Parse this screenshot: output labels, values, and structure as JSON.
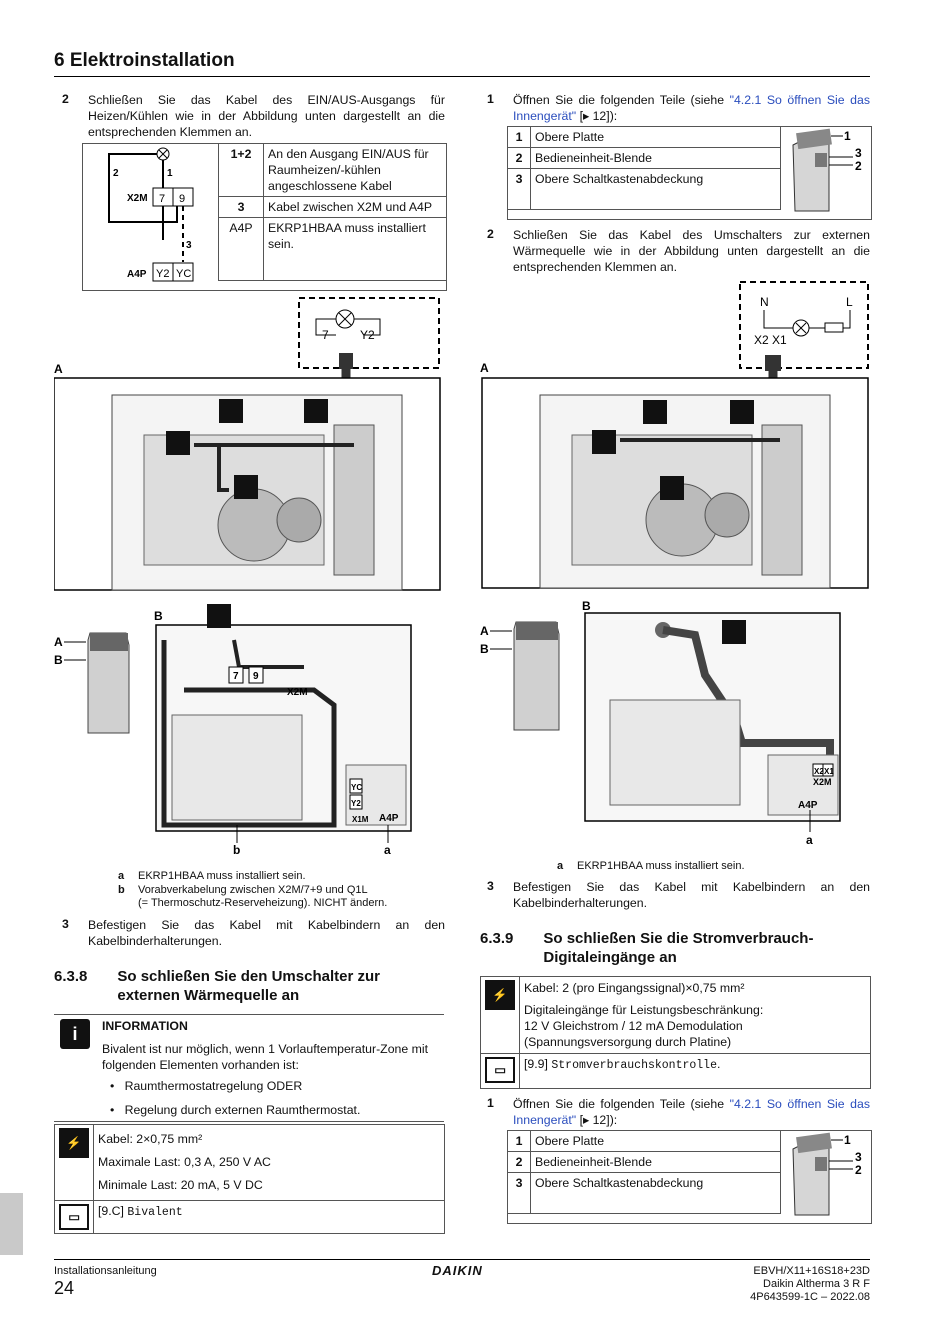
{
  "header": {
    "title": "6 Elektroinstallation"
  },
  "left": {
    "step2": {
      "num": "2",
      "text": "Schließen Sie das Kabel des EIN/AUS-Ausgangs für Heizen/Kühlen wie in der Abbildung unten dargestellt an die entsprechenden Klemmen an."
    },
    "wiring_table": {
      "rows": [
        {
          "key": "1+2",
          "val": "An den Ausgang EIN/AUS für Raumheizen/-kühlen angeschlossene Kabel"
        },
        {
          "key": "3",
          "val": "Kabel zwischen X2M und A4P"
        },
        {
          "key": "A4P",
          "val": "EKRP1HBAA muss installiert sein."
        }
      ],
      "diagram": {
        "n2": "2",
        "n1": "1",
        "x2m": "X2M",
        "t7": "7",
        "t9": "9",
        "n3": "3",
        "a4p": "A4P",
        "y2": "Y2",
        "yc": "YC"
      }
    },
    "fig_labels": {
      "A": "A",
      "B": "B",
      "A2": "A",
      "B2": "B",
      "b": "b",
      "a": "a",
      "x2m": "X2M",
      "a4p": "A4P",
      "t7": "7",
      "t9": "9",
      "y2": "Y2",
      "yc": "YC",
      "x1m": "X1M",
      "ext7": "7",
      "exty2": "Y2"
    },
    "footnotes": [
      {
        "k": "a",
        "v": "EKRP1HBAA muss installiert sein."
      },
      {
        "k": "b",
        "v": "Vorabverkabelung zwischen X2M/7+9 und Q1L"
      },
      {
        "k": "",
        "v": "(= Thermoschutz-Reserveheizung). NICHT ändern."
      }
    ],
    "step3": {
      "num": "3",
      "text": "Befestigen Sie das Kabel mit Kabelbindern an den Kabelbinderhalterungen."
    },
    "sec638": {
      "num": "6.3.8",
      "title": "So schließen Sie den Umschalter zur externen Wärmequelle an"
    },
    "info": {
      "title": "INFORMATION",
      "text": "Bivalent ist nur möglich, wenn 1 Vorlauftemperatur-Zone mit folgenden Elementen vorhanden ist:",
      "bullets": [
        "Raumthermostatregelung ODER",
        "Regelung durch externen Raumthermostat."
      ]
    },
    "spec": {
      "lines": [
        "Kabel: 2×0,75 mm²",
        "Maximale Last: 0,3 A, 250 V AC",
        "Minimale Last: 20 mA, 5 V DC"
      ],
      "ui_ref": "[9.C]",
      "ui_code": "Bivalent"
    }
  },
  "right": {
    "step1": {
      "num": "1",
      "pre": "Öffnen Sie die folgenden Teile (siehe ",
      "link": "\"4.2.1 So öffnen Sie das Innengerät\"",
      "post": " [▸ 12]):"
    },
    "parts": [
      {
        "k": "1",
        "v": "Obere Platte"
      },
      {
        "k": "2",
        "v": "Bedieneinheit-Blende"
      },
      {
        "k": "3",
        "v": "Obere Schaltkastenabdeckung"
      }
    ],
    "parts_fig": {
      "n1": "1",
      "n3": "3",
      "n2": "2"
    },
    "step2": {
      "num": "2",
      "text": "Schließen Sie das Kabel des Umschalters zur externen Wärmequelle wie in der Abbildung unten dargestellt an die entsprechenden Klemmen an."
    },
    "fig_labels": {
      "N": "N",
      "L": "L",
      "x2x1": "X2 X1",
      "A": "A",
      "B": "B",
      "A2": "A",
      "B2": "B",
      "a": "a",
      "x2m": "X2M",
      "a4p": "A4P",
      "x2": "X2",
      "x1": "X1"
    },
    "footnote": {
      "k": "a",
      "v": "EKRP1HBAA muss installiert sein."
    },
    "step3": {
      "num": "3",
      "text": "Befestigen Sie das Kabel mit Kabelbindern an den Kabelbinderhalterungen."
    },
    "sec639": {
      "num": "6.3.9",
      "title": "So schließen Sie die Stromverbrauch-Digitaleingänge an"
    },
    "spec": {
      "l1": "Kabel: 2 (pro Eingangssignal)×0,75 mm²",
      "l2": "Digitaleingänge für Leistungsbeschränkung:",
      "l3": "12 V Gleichstrom / 12 mA Demodulation",
      "l4": "(Spannungsversorgung durch Platine)",
      "ui_ref": "[9.9]",
      "ui_code": "Stromverbrauchskontrolle",
      "ui_end": "."
    },
    "step1b": {
      "num": "1",
      "pre": "Öffnen Sie die folgenden Teile (siehe ",
      "link": "\"4.2.1 So öffnen Sie das Innengerät\"",
      "post": " [▸ 12]):"
    },
    "parts2": [
      {
        "k": "1",
        "v": "Obere Platte"
      },
      {
        "k": "2",
        "v": "Bedieneinheit-Blende"
      },
      {
        "k": "3",
        "v": "Obere Schaltkastenabdeckung"
      }
    ]
  },
  "footer": {
    "left_label": "Installationsanleitung",
    "page": "24",
    "brand": "DAIKIN",
    "r1": "EBVH/X11+16S18+23D",
    "r2": "Daikin Altherma 3 R F",
    "r3": "4P643599-1C – 2022.08"
  }
}
